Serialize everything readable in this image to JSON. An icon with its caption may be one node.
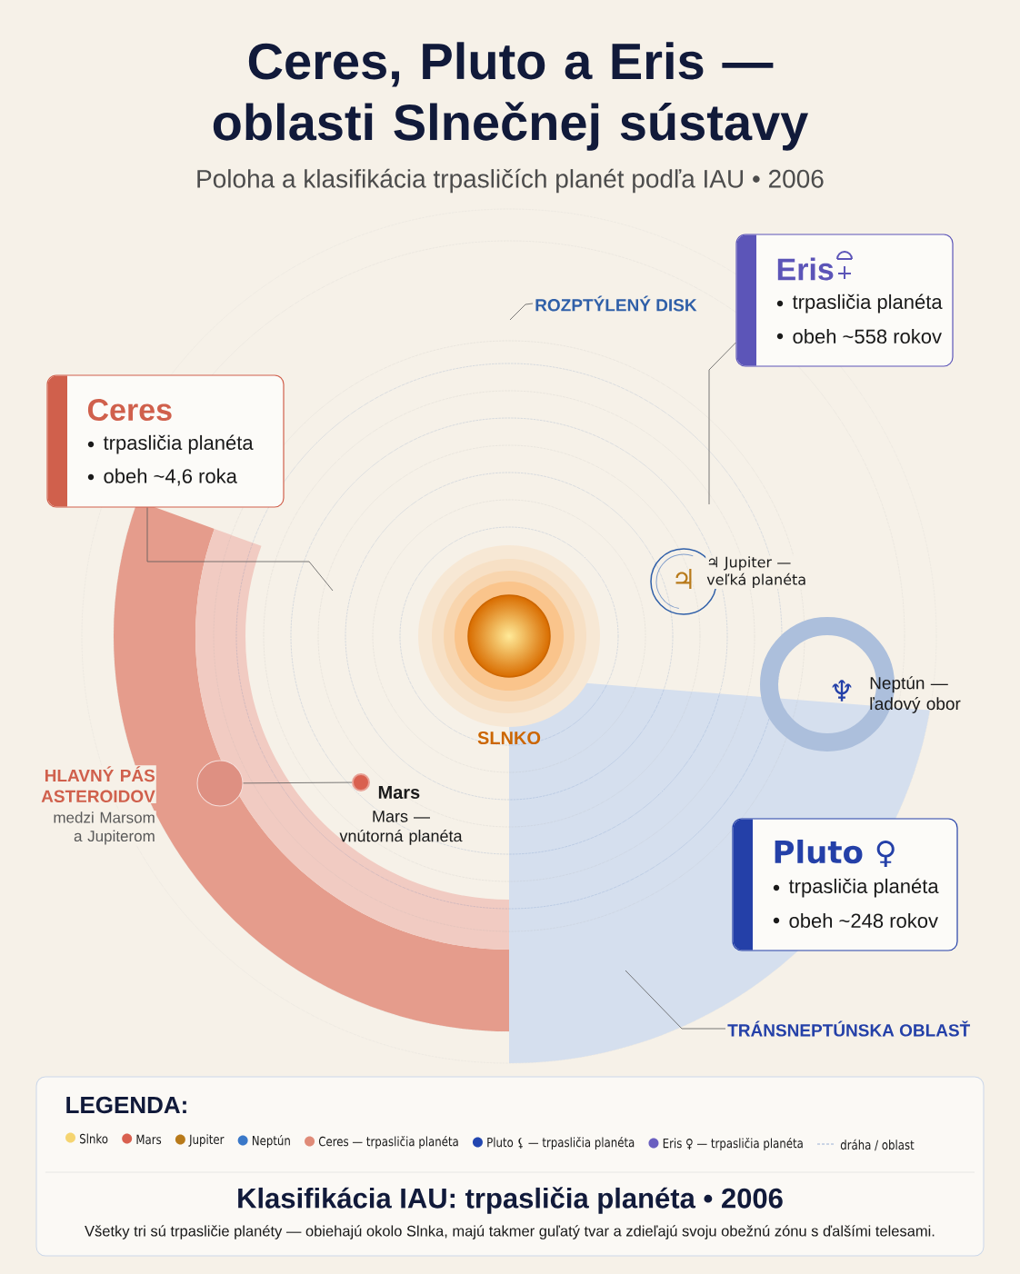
{
  "diagram": {
    "title": "Ceres, Pluto a Eris — oblasti Slnečnej sústavy",
    "nodes": [
      {
        "text": [
          "Ceres",
          "trpasličia planéta",
          "obeh ~4,6 roka"
        ]
      },
      {
        "text": [
          "Eris",
          "trpasličia planéta",
          "obeh ~558 rokov"
        ]
      },
      {
        "text": [
          "Pluto ♀",
          "trpasličia planéta",
          "obeh ~248 rokov"
        ]
      },
      {
        "text": [
          "ROZPTÝLENÝ DISK"
        ]
      },
      {
        "text": [],
        "shape": "circle",
        "beside": [
          "SLNKO"
        ]
      },
      {
        "text": [
          "♃"
        ],
        "beside": [
          "♃ Jupiter — veľká planéta"
        ]
      },
      {
        "text": [
          "♆"
        ],
        "beside": [
          "Neptún — ľadový obor"
        ]
      },
      {
        "text": [],
        "shape": "circle"
      },
      {
        "text": [],
        "shape": "circle",
        "beside": [
          "Mars",
          "Mars — vnútorná planéta"
        ]
      },
      {
        "text": [
          "TRÁNSNEPTÚNSKA OBLASŤ"
        ]
      }
    ],
    "edges": [
      {
        "from": 0,
        "to": null,
        "arrow": "none"
      },
      {
        "from": 1,
        "to": null,
        "arrow": "none"
      },
      {
        "from": 3,
        "to": null,
        "arrow": "none"
      },
      {
        "from": 9,
        "to": null,
        "arrow": "none"
      },
      {
        "from": 7,
        "to": 8,
        "arrow": "none"
      }
    ],
    "labels": [
      "Poloha a klasifikácia trpasličích planét podľa IAU • 2006",
      "HLAVNÝ PÁS ASTEROIDOV",
      "medzi Marsom a Jupiterom",
      "LEGENDA:",
      "Klasifikácia IAU: trpasličia planéta • 2006",
      "Všetky tri sú trpasličie planéty — obiehajú okolo Slnka, majú takmer guľatý tvar a zdieľajú svoju obežnú zónu s ďalšími telesami."
    ],
    "legend": [
      {
        "text": "Slnko",
        "color": "#f5d470"
      },
      {
        "text": "Mars",
        "color": "#d9604f"
      },
      {
        "text": "Jupiter",
        "color": "#b87a1a"
      },
      {
        "text": "Neptún",
        "color": "#3a78c8"
      },
      {
        "text": "Ceres — trpasličia planéta",
        "color": "#e08b78"
      },
      {
        "text": "Pluto ⚸ — trpasličia planéta",
        "color": "#2246b0"
      },
      {
        "text": "Eris ♀ — trpasličia planéta",
        "color": "#6a5fc0"
      },
      {
        "text": "dráha / oblast"
      }
    ]
  }
}
